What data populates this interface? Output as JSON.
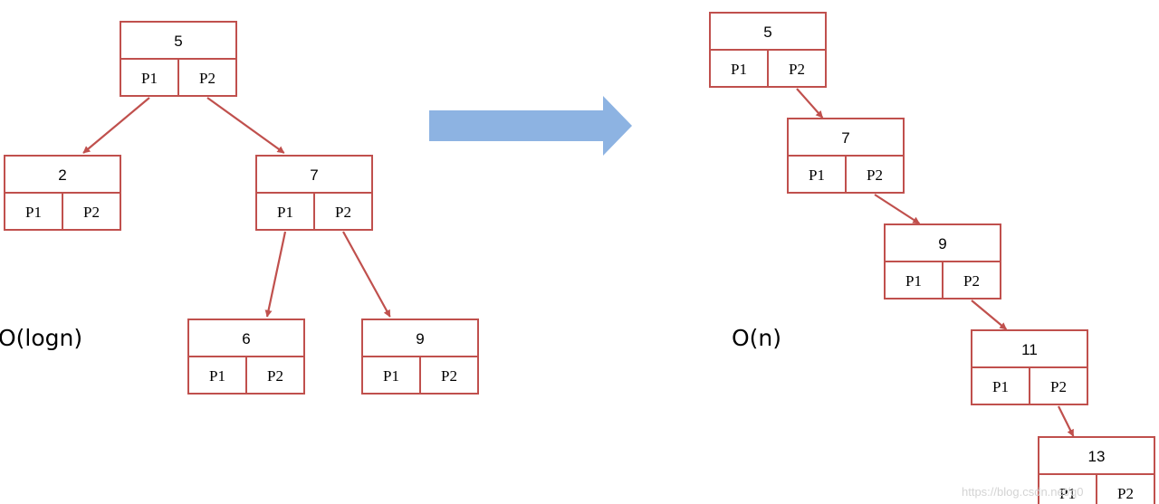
{
  "colors": {
    "box_stroke": "#c0504d",
    "edge": "#c0504d",
    "arrow_fill": "#8db3e2",
    "text": "#000000",
    "watermark": "#d4d4d4"
  },
  "balanced_tree": {
    "complexity_label": "O(logn)",
    "nodes": [
      {
        "id": "b5",
        "value": "5",
        "left": "P1",
        "right": "P2"
      },
      {
        "id": "b2",
        "value": "2",
        "left": "P1",
        "right": "P2"
      },
      {
        "id": "b7",
        "value": "7",
        "left": "P1",
        "right": "P2"
      },
      {
        "id": "b6",
        "value": "6",
        "left": "P1",
        "right": "P2"
      },
      {
        "id": "b9",
        "value": "9",
        "left": "P1",
        "right": "P2"
      }
    ],
    "edges": [
      {
        "from": "b5",
        "port": "left",
        "to": "b2"
      },
      {
        "from": "b5",
        "port": "right",
        "to": "b7"
      },
      {
        "from": "b7",
        "port": "left",
        "to": "b6"
      },
      {
        "from": "b7",
        "port": "right",
        "to": "b9"
      }
    ]
  },
  "transition_arrow": {
    "icon": "right-block-arrow-icon"
  },
  "degenerate_tree": {
    "complexity_label": "O(n)",
    "nodes": [
      {
        "id": "d5",
        "value": "5",
        "left": "P1",
        "right": "P2"
      },
      {
        "id": "d7",
        "value": "7",
        "left": "P1",
        "right": "P2"
      },
      {
        "id": "d9",
        "value": "9",
        "left": "P1",
        "right": "P2"
      },
      {
        "id": "d11",
        "value": "11",
        "left": "P1",
        "right": "P2"
      },
      {
        "id": "d13",
        "value": "13",
        "left": "P1",
        "right": "P2"
      }
    ],
    "edges": [
      {
        "from": "d5",
        "port": "right",
        "to": "d7"
      },
      {
        "from": "d7",
        "port": "right",
        "to": "d9"
      },
      {
        "from": "d9",
        "port": "right",
        "to": "d11"
      },
      {
        "from": "d11",
        "port": "right",
        "to": "d13"
      }
    ]
  },
  "watermark": "https://blog.csdn.net/q0"
}
